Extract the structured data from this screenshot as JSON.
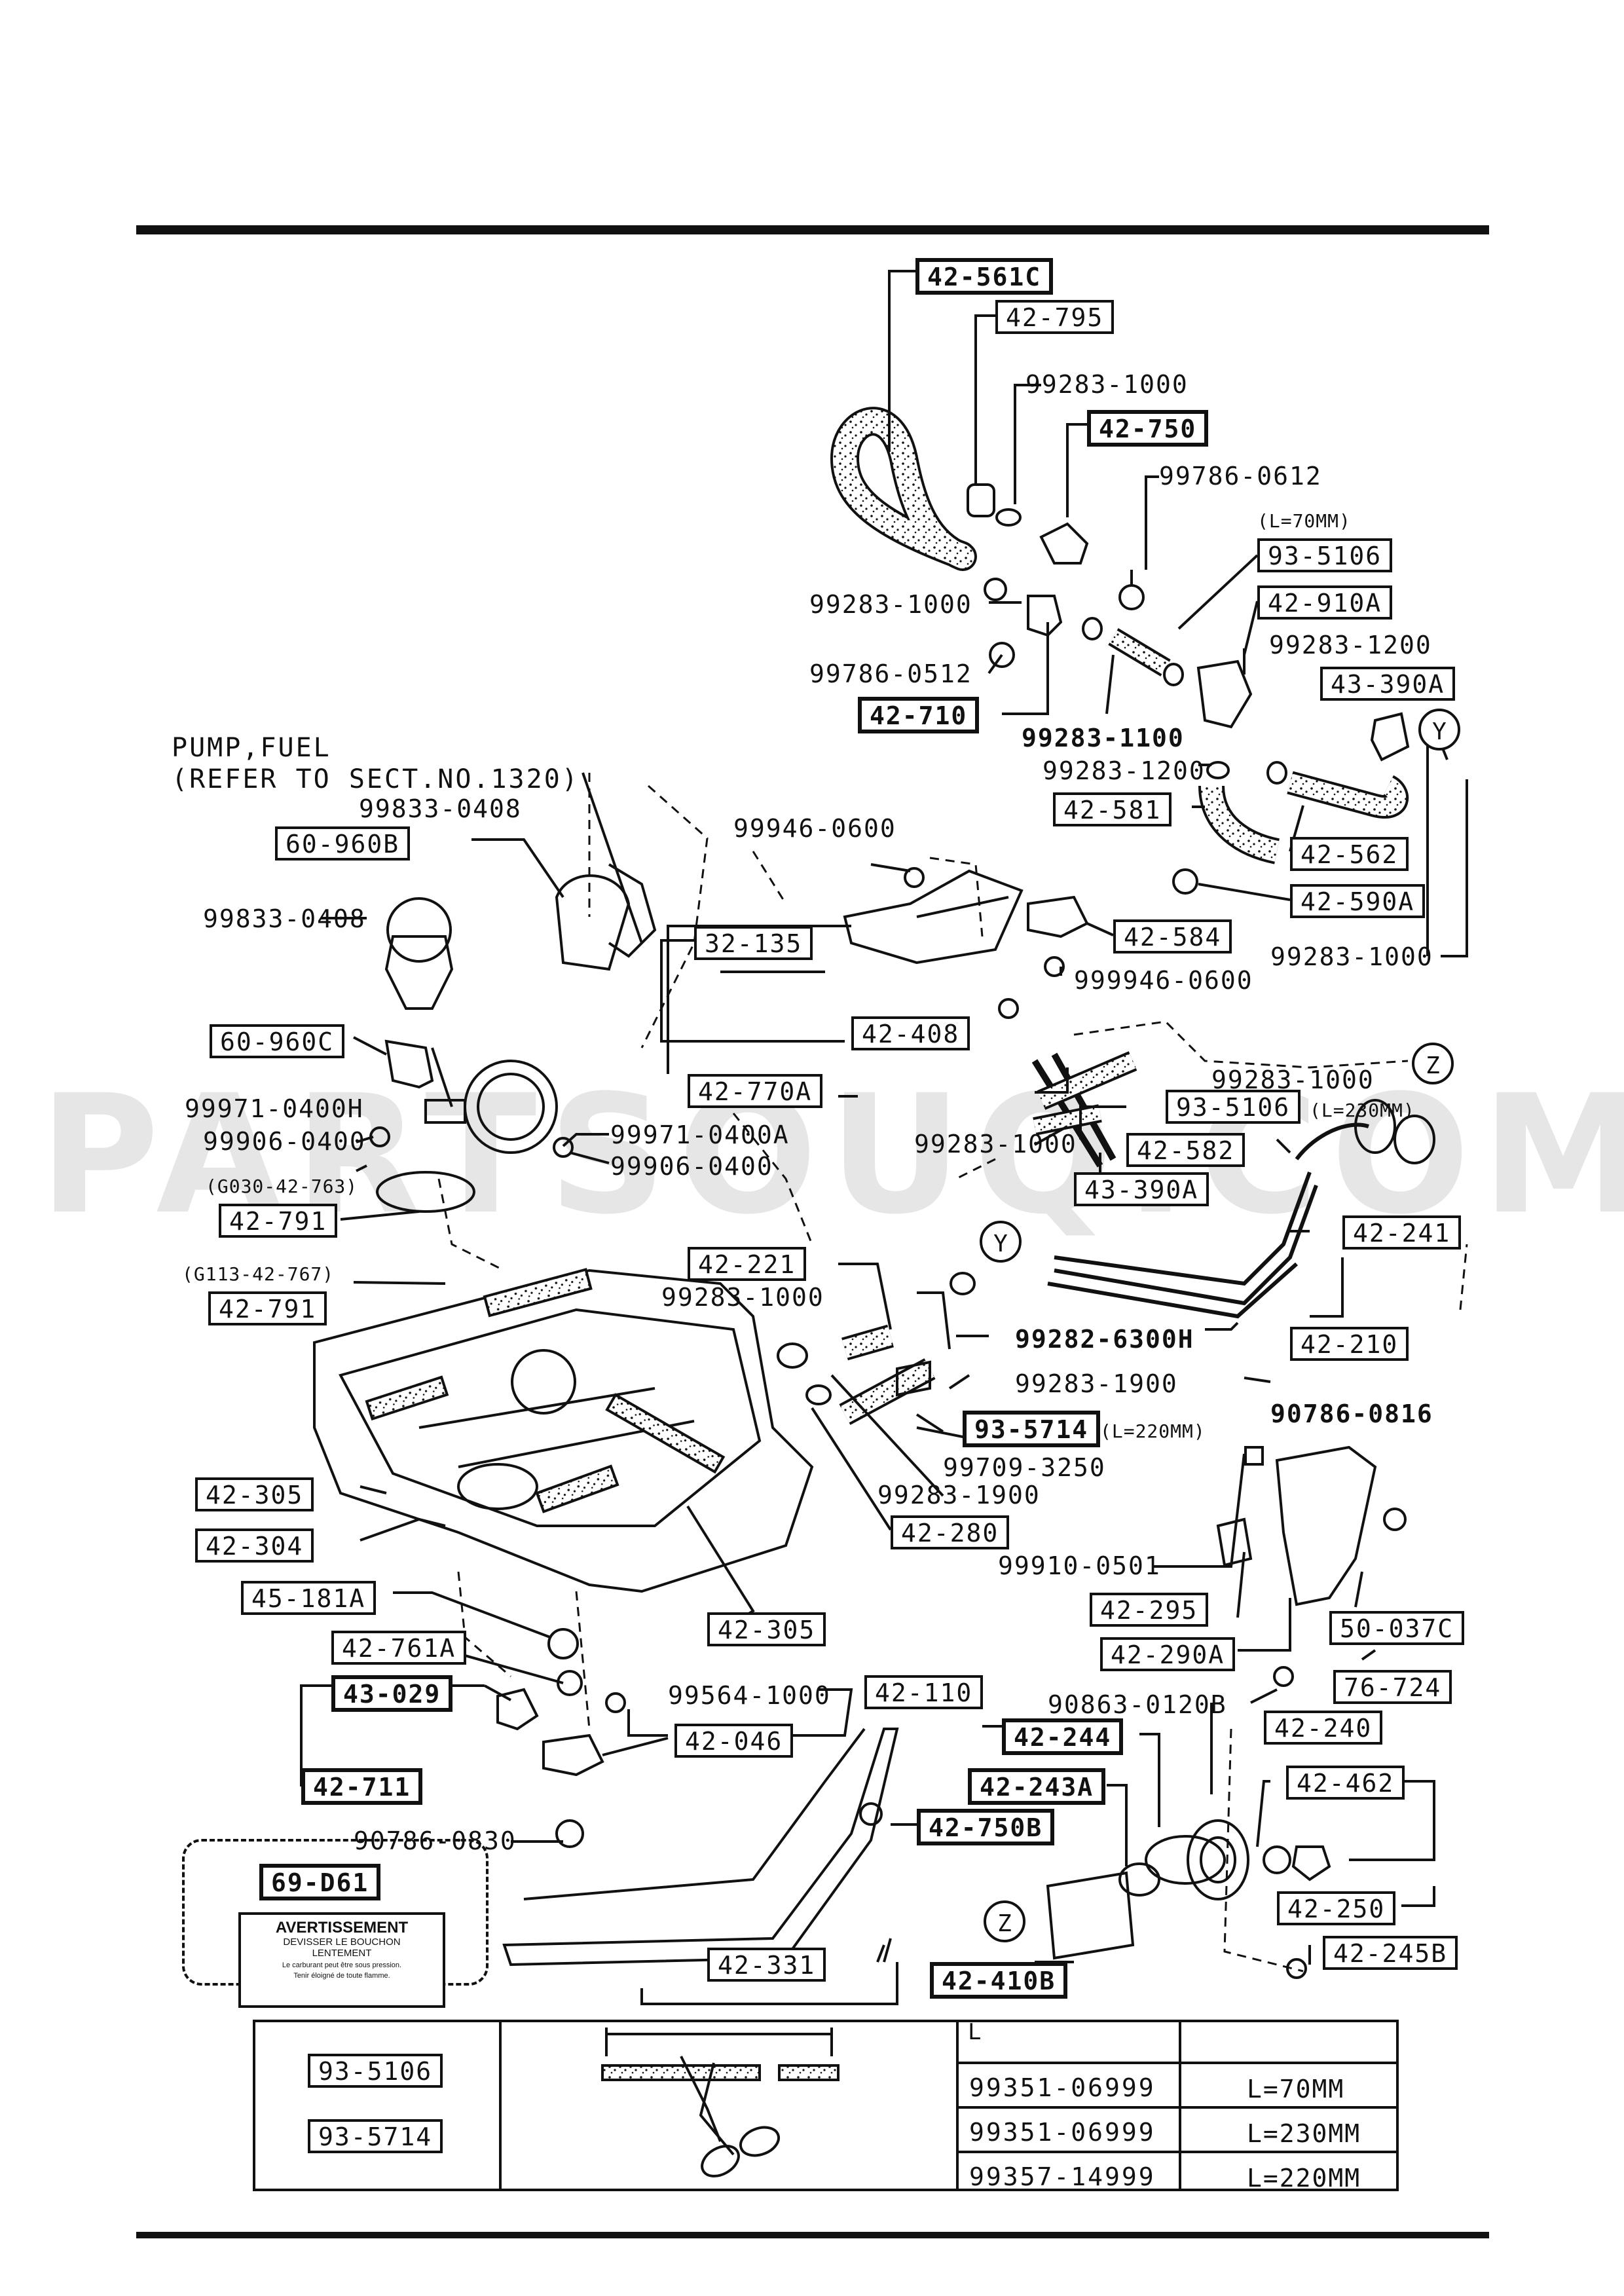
{
  "watermark": "PARTSOUQ.COM",
  "pump_note": {
    "line1": "PUMP,FUEL",
    "line2": "(REFER TO SECT.NO.1320)"
  },
  "labels": {
    "p42_561C": "42-561C",
    "p42_795": "42-795",
    "p99283_1000_a": "99283-1000",
    "p42_750": "42-750",
    "p99786_0612": "99786-0612",
    "l70": "(L=70MM)",
    "p93_5106_a": "93-5106",
    "p42_910A": "42-910A",
    "p99283_1000_b": "99283-1000",
    "p99283_1200_a": "99283-1200",
    "p43_390A_a": "43-390A",
    "p99786_0512": "99786-0512",
    "p42_710": "42-710",
    "p99283_1100": "99283-1100",
    "p99283_1200_b": "99283-1200",
    "p42_581": "42-581",
    "p42_562": "42-562",
    "p42_590A": "42-590A",
    "p99946_0600": "99946-0600",
    "p42_584": "42-584",
    "p99283_1000_c": "99283-1000",
    "p999946_0600": "999946-0600",
    "p99833_0408_a": "99833-0408",
    "p60_960B": "60-960B",
    "p99833_0408_b": "99833-0408",
    "p32_135": "32-135",
    "p42_408": "42-408",
    "p60_960C": "60-960C",
    "p42_770A": "42-770A",
    "p99283_1000_d": "99283-1000",
    "p93_5106_b": "93-5106",
    "l230": "(L=230MM)",
    "p99971_0400H": "99971-0400H",
    "p99971_0400A": "99971-0400A",
    "p99906_0400_a": "99906-0400",
    "p99283_1000_e": "99283-1000",
    "p42_582": "42-582",
    "p99906_0400_b": "99906-0400",
    "p43_390A_b": "43-390A",
    "g030": "(G030-42-763)",
    "p42_791_a": "42-791",
    "p42_241": "42-241",
    "p42_221": "42-221",
    "g113": "(G113-42-767)",
    "p99283_1000_f": "99283-1000",
    "p42_791_b": "42-791",
    "p99282_6300H": "99282-6300H",
    "p42_210": "42-210",
    "p99283_1900_a": "99283-1900",
    "p90786_0816": "90786-0816",
    "p93_5714": "93-5714",
    "l220": "(L=220MM)",
    "p99709_3250": "99709-3250",
    "p42_305_a": "42-305",
    "p99283_1900_b": "99283-1900",
    "p42_304": "42-304",
    "p42_280": "42-280",
    "p99910_0501": "99910-0501",
    "p45_181A": "45-181A",
    "p42_295": "42-295",
    "p50_037C": "50-037C",
    "p42_305_b": "42-305",
    "p42_761A": "42-761A",
    "p42_290A": "42-290A",
    "p76_724": "76-724",
    "p43_029": "43-029",
    "p99564_1000": "99564-1000",
    "p42_110": "42-110",
    "p90863_0120B": "90863-0120B",
    "p42_240": "42-240",
    "p42_244": "42-244",
    "p42_046": "42-046",
    "p42_711": "42-711",
    "p42_243A": "42-243A",
    "p42_462": "42-462",
    "p90786_0830": "90786-0830",
    "p42_750B": "42-750B",
    "p69_D61": "69-D61",
    "p42_250": "42-250",
    "p42_245B": "42-245B",
    "p42_331": "42-331",
    "p42_410B": "42-410B"
  },
  "callouts": {
    "y1": "Y",
    "z1": "Z",
    "y2": "Y",
    "z2": "Z"
  },
  "sticker": {
    "title": "AVERTISSEMENT",
    "line1": "DEVISSER LE BOUCHON",
    "line2": "LENTEMENT",
    "small1": "Le carburant peut être sous pression.",
    "small2": "Tenir éloigné de toute flamme."
  },
  "table": {
    "hose_a": "93-5106",
    "hose_b": "93-5714",
    "length_symbol": "L",
    "rows": [
      {
        "part": "99351-06999",
        "length": "L=70MM"
      },
      {
        "part": "99351-06999",
        "length": "L=230MM"
      },
      {
        "part": "99357-14999",
        "length": "L=220MM"
      }
    ]
  },
  "colors": {
    "ink": "#111111",
    "paper": "#ffffff",
    "watermark": "#e6e6e6"
  }
}
